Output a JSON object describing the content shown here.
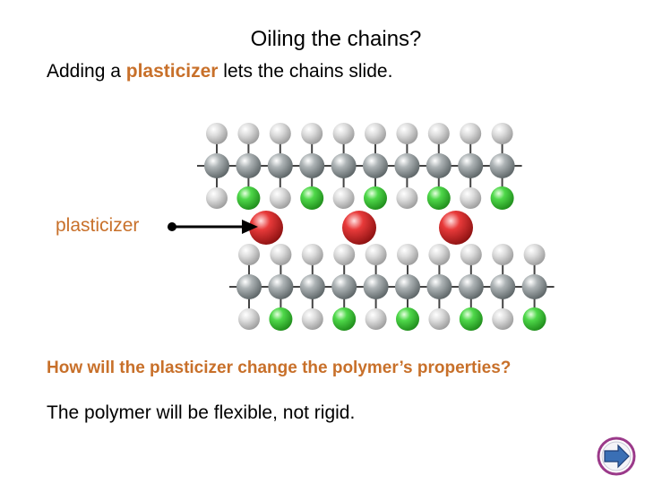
{
  "slide": {
    "title": "Oiling the chains?",
    "subtitle_prefix": "Adding a ",
    "subtitle_keyword": "plasticizer",
    "subtitle_suffix": " lets the chains slide.",
    "label": "plasticizer",
    "question": "How will the plasticizer change the polymer’s properties?",
    "answer": "The polymer will be flexible, not rigid."
  },
  "colors": {
    "accent": "#c8702a",
    "carbon": "#8a9294",
    "hydrogen": "#d6d6d6",
    "chlorine": "#3ec83a",
    "plasticizer": "#e02a2a",
    "arrow": "#000000",
    "nav_outer": "#9b3a8a",
    "nav_inner": "#3a6fb5"
  },
  "icons": {
    "nav": "next-arrow-icon"
  }
}
